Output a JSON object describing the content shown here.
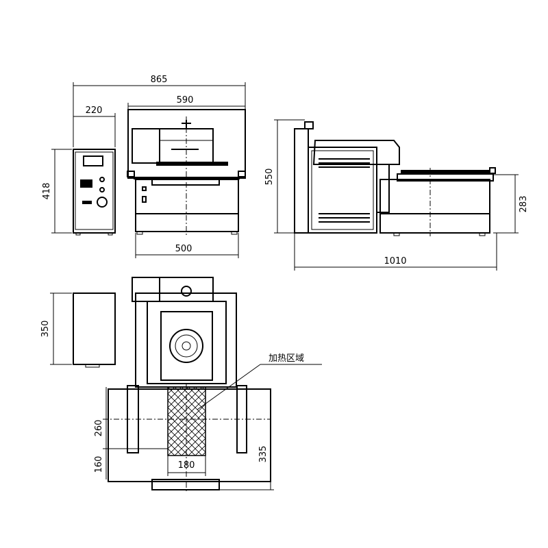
{
  "dimensions": {
    "overall_width": "865",
    "machine_width": "590",
    "control_box_width": "220",
    "control_box_height": "418",
    "base_width": "500",
    "side_height": "550",
    "side_length": "1010",
    "conveyor_height": "283",
    "control_box_depth": "350",
    "heating_length": "260",
    "offset": "160",
    "heating_width": "180",
    "conveyor_span": "335"
  },
  "labels": {
    "heating_zone": "加热区域"
  }
}
